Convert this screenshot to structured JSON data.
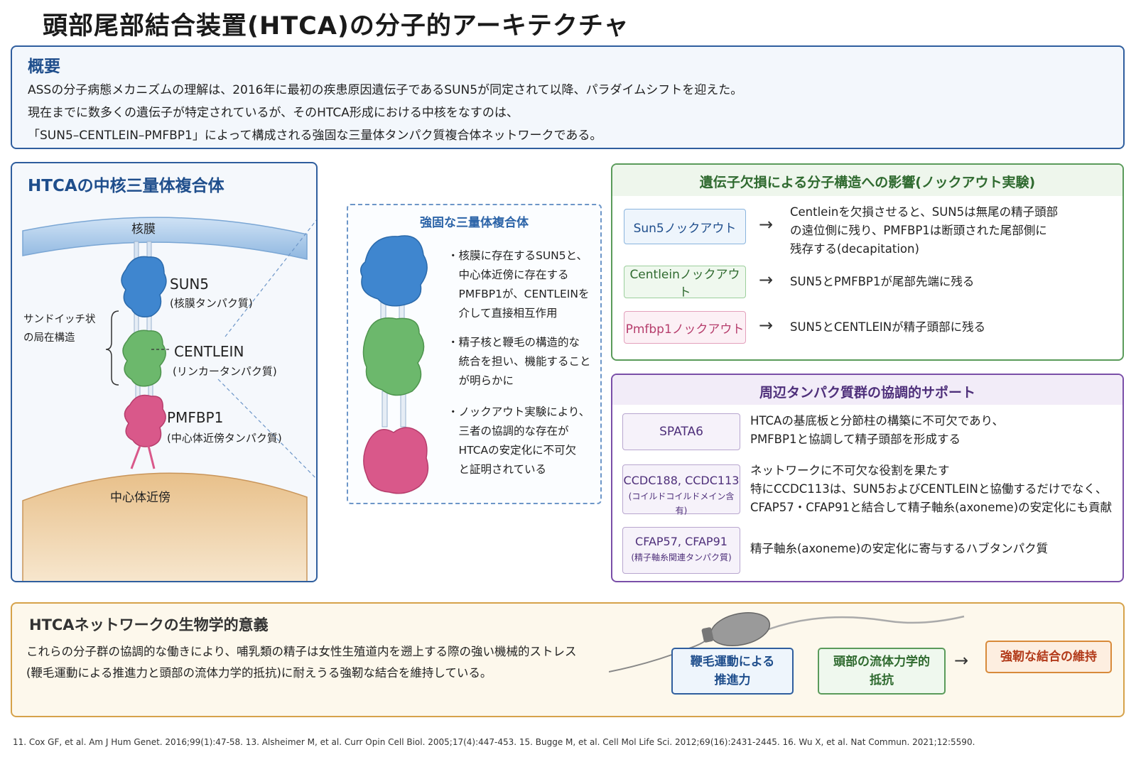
{
  "title": "頭部尾部結合装置(HTCA)の分子的アーキテクチャ",
  "overview": {
    "heading": "概要",
    "lines": [
      "ASSの分子病態メカニズムの理解は、2016年に最初の疾患原因遺伝子であるSUN5が同定されて以降、パラダイムシフトを迎えた。",
      "現在までに数多くの遺伝子が特定されているが、そのHTCA形成における中核をなすのは、",
      "「SUN5–CENTLEIN–PMFBP1」によって構成される強固な三量体タンパク質複合体ネットワークである。"
    ]
  },
  "core": {
    "heading": "HTCAの中核三量体複合体",
    "nuclear_membrane": "核膜",
    "centriole": "中心体近傍",
    "sandwich_line1": "サンドイッチ状",
    "sandwich_line2": "の局在構造",
    "sun5_name": "SUN5",
    "sun5_desc": "(核膜タンパク質)",
    "centlein_name": "CENTLEIN",
    "centlein_desc": "(リンカータンパク質)",
    "pmfbp1_name": "PMFBP1",
    "pmfbp1_desc": "(中心体近傍タンパク質)"
  },
  "complex": {
    "heading": "強固な三量体複合体",
    "bullet1": [
      "・核膜に存在するSUN5と、",
      "　中心体近傍に存在する",
      "　PMFBP1が、CENTLEINを",
      "　介して直接相互作用"
    ],
    "bullet2": [
      "・精子核と鞭毛の構造的な",
      "　統合を担い、機能すること",
      "　が明らかに"
    ],
    "bullet3": [
      "・ノックアウト実験により、",
      "　三者の協調的な存在が",
      "　HTCAの安定化に不可欠",
      "　と証明されている"
    ]
  },
  "knockout": {
    "heading": "遺伝子欠損による分子構造への影響(ノックアウト実験)",
    "arrow": "→",
    "items": [
      {
        "label": "Sun5ノックアウト",
        "desc": [
          "Centleinを欠損させると、SUN5は無尾の精子頭部",
          "の遠位側に残り、PMFBP1は断頭された尾部側に",
          "残存する(decapitation)"
        ]
      },
      {
        "label": "Centleinノックアウト",
        "desc": [
          "SUN5とPMFBP1が尾部先端に残る"
        ]
      },
      {
        "label": "Pmfbp1ノックアウト",
        "desc": [
          "SUN5とCENTLEINが精子頭部に残る"
        ]
      }
    ]
  },
  "support": {
    "heading": "周辺タンパク質群の協調的サポート",
    "items": [
      {
        "label": "SPATA6",
        "sub": "",
        "desc": [
          "HTCAの基底板と分節柱の構築に不可欠であり、",
          "PMFBP1と協調して精子頭部を形成する"
        ]
      },
      {
        "label": "CCDC188, CCDC113",
        "sub": "(コイルドコイルドメイン含有)",
        "desc": [
          "ネットワークに不可欠な役割を果たす",
          "特にCCDC113は、SUN5およびCENTLEINと協働するだけでなく、",
          "CFAP57・CFAP91と結合して精子軸糸(axoneme)の安定化にも貢献"
        ]
      },
      {
        "label": "CFAP57, CFAP91",
        "sub": "(精子軸糸関連タンパク質)",
        "desc": [
          "精子軸糸(axoneme)の安定化に寄与するハブタンパク質"
        ]
      }
    ]
  },
  "bio": {
    "heading": "HTCAネットワークの生物学的意義",
    "lines": [
      "これらの分子群の協調的な働きにより、哺乳類の精子は女性生殖道内を遡上する際の強い機械的ストレス",
      "(鞭毛運動による推進力と頭部の流体力学的抵抗)に耐えうる強靭な結合を維持している。"
    ],
    "tag1": [
      "鞭毛運動による",
      "推進力"
    ],
    "tag2": [
      "頭部の流体力学的",
      "抵抗"
    ],
    "arrow": "→",
    "tag3": "強靭な結合の維持"
  },
  "references": "11. Cox GF, et al. Am J Hum Genet. 2016;99(1):47-58.  13. Alsheimer M, et al. Curr Opin Cell Biol. 2005;17(4):447-453.  15. Bugge M, et al. Cell Mol Life Sci. 2012;69(16):2431-2445.  16. Wu X, et al. Nat Commun. 2021;12:5590.",
  "colors": {
    "sun5": "#3f86cf",
    "centlein": "#6cb86c",
    "pmfbp1": "#d9588a",
    "blue_frame": "#2f5e9e",
    "green_frame": "#5a9b5a",
    "purple_frame": "#7a4fa8",
    "gold_frame": "#d6a24a"
  }
}
